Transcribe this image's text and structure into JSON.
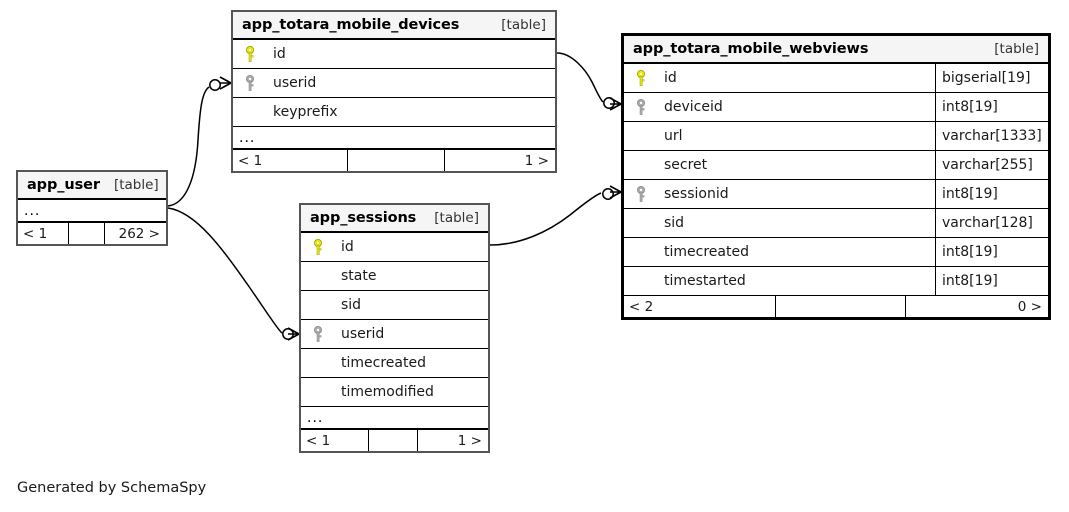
{
  "diagram": {
    "caption": "Generated by SchemaSpy",
    "table_tag": "[table]",
    "ellipsis": "...",
    "colors": {
      "primary_key": "#E8E800",
      "foreign_key": "#AAAAAA",
      "header_bg": "#F5F5F5",
      "border": "#555555",
      "focal_border": "#000000",
      "background": "#FFFFFF"
    }
  },
  "tables": [
    {
      "id": "app_totara_mobile_devices",
      "name": "app_totara_mobile_devices",
      "tag": "[table]",
      "focal": false,
      "show_types": false,
      "has_ellipsis_row": true,
      "ellipsis": "...",
      "columns": [
        {
          "name": "id",
          "key": "primary",
          "type": ""
        },
        {
          "name": "userid",
          "key": "foreign",
          "type": ""
        },
        {
          "name": "keyprefix",
          "key": "none",
          "type": ""
        }
      ],
      "footer": {
        "left": "< 1",
        "middle": "",
        "right": "1 >"
      }
    },
    {
      "id": "app_user",
      "name": "app_user",
      "tag": "[table]",
      "focal": false,
      "show_types": false,
      "has_ellipsis_row": true,
      "ellipsis": "...",
      "columns": [],
      "footer": {
        "left": "< 1",
        "middle": "",
        "right": "262 >"
      }
    },
    {
      "id": "app_sessions",
      "name": "app_sessions",
      "tag": "[table]",
      "focal": false,
      "show_types": false,
      "has_ellipsis_row": true,
      "ellipsis": "...",
      "columns": [
        {
          "name": "id",
          "key": "primary",
          "type": ""
        },
        {
          "name": "state",
          "key": "none",
          "type": ""
        },
        {
          "name": "sid",
          "key": "none",
          "type": ""
        },
        {
          "name": "userid",
          "key": "foreign",
          "type": ""
        },
        {
          "name": "timecreated",
          "key": "none",
          "type": ""
        },
        {
          "name": "timemodified",
          "key": "none",
          "type": ""
        }
      ],
      "footer": {
        "left": "< 1",
        "middle": "",
        "right": "1 >"
      }
    },
    {
      "id": "app_totara_mobile_webviews",
      "name": "app_totara_mobile_webviews",
      "tag": "[table]",
      "focal": true,
      "show_types": true,
      "has_ellipsis_row": false,
      "ellipsis": "",
      "columns": [
        {
          "name": "id",
          "key": "primary",
          "type": "bigserial[19]"
        },
        {
          "name": "deviceid",
          "key": "foreign",
          "type": "int8[19]"
        },
        {
          "name": "url",
          "key": "none",
          "type": "varchar[1333]"
        },
        {
          "name": "secret",
          "key": "none",
          "type": "varchar[255]"
        },
        {
          "name": "sessionid",
          "key": "foreign",
          "type": "int8[19]"
        },
        {
          "name": "sid",
          "key": "none",
          "type": "varchar[128]"
        },
        {
          "name": "timecreated",
          "key": "none",
          "type": "int8[19]"
        },
        {
          "name": "timestarted",
          "key": "none",
          "type": "int8[19]"
        }
      ],
      "footer": {
        "left": "< 2",
        "middle": "",
        "right": "0 >"
      }
    }
  ],
  "relationships": [
    {
      "from": "app_user",
      "to": "app_totara_mobile_devices",
      "to_column": "userid"
    },
    {
      "from": "app_user",
      "to": "app_sessions",
      "to_column": "userid"
    },
    {
      "from": "app_totara_mobile_devices",
      "to": "app_totara_mobile_webviews",
      "to_column": "deviceid"
    },
    {
      "from": "app_sessions",
      "to": "app_totara_mobile_webviews",
      "to_column": "sessionid"
    }
  ]
}
